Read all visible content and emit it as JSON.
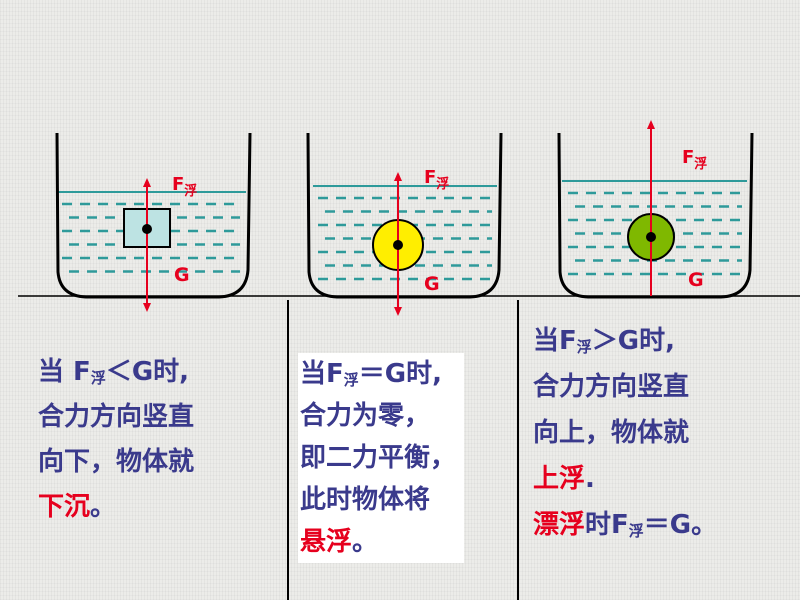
{
  "colors": {
    "water_line": "#2e9a9a",
    "dash": "#2e9a9a",
    "arrow": "#e6001e",
    "label_red": "#e6001e",
    "text_blue": "#3a3a8c",
    "cube_fill": "#bde3e3",
    "ball_middle_fill": "#ffee00",
    "ball_right_fill": "#7fb800"
  },
  "labels": {
    "buoyancy_main": "F",
    "buoyancy_sub": "浮",
    "gravity": "G"
  },
  "panels": [
    {
      "id": "left",
      "object": "cube",
      "lines": [
        [
          {
            "t": "当 F",
            "red": false
          },
          {
            "t": "浮",
            "red": false,
            "sub": true
          },
          {
            "t": "＜G时,",
            "red": false
          }
        ],
        [
          {
            "t": "合力方向竖直",
            "red": false
          }
        ],
        [
          {
            "t": "向下，物体就",
            "red": false
          }
        ],
        [
          {
            "t": "下沉",
            "red": true
          },
          {
            "t": "。",
            "red": false
          }
        ]
      ]
    },
    {
      "id": "mid",
      "object": "ball",
      "lines": [
        [
          {
            "t": "当F",
            "red": false
          },
          {
            "t": "浮",
            "red": false,
            "sub": true
          },
          {
            "t": "＝G时,",
            "red": false
          }
        ],
        [
          {
            "t": "合力为零，",
            "red": false
          }
        ],
        [
          {
            "t": "即二力平衡，",
            "red": false
          }
        ],
        [
          {
            "t": "此时物体将",
            "red": false
          }
        ],
        [
          {
            "t": "悬浮",
            "red": true
          },
          {
            "t": "。",
            "red": false
          }
        ]
      ]
    },
    {
      "id": "right",
      "object": "ball",
      "lines": [
        [
          {
            "t": "当F",
            "red": false
          },
          {
            "t": "浮",
            "red": false,
            "sub": true
          },
          {
            "t": "＞G时,",
            "red": false
          }
        ],
        [
          {
            "t": "合力方向竖直",
            "red": false
          }
        ],
        [
          {
            "t": "向上，物体就",
            "red": false
          }
        ],
        [
          {
            "t": "上浮",
            "red": true
          },
          {
            "t": ".",
            "red": false
          }
        ],
        [
          {
            "t": "漂浮",
            "red": true
          },
          {
            "t": "时F",
            "red": false
          },
          {
            "t": "浮",
            "red": false,
            "sub": true
          },
          {
            "t": "＝G。",
            "red": false
          }
        ]
      ]
    }
  ]
}
